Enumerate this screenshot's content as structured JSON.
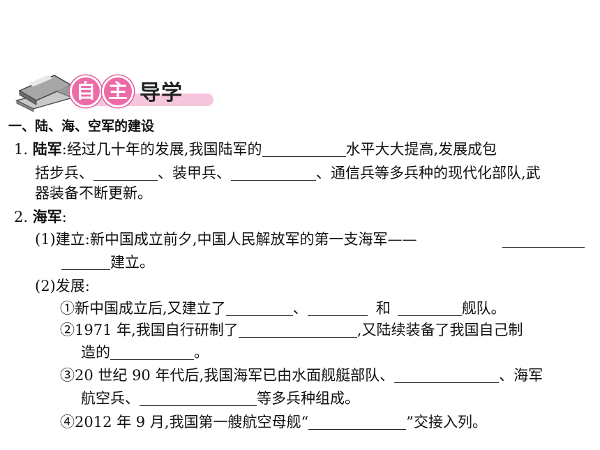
{
  "banner": {
    "char1": "自",
    "char2": "主",
    "rest": "导学"
  },
  "section": {
    "title": "一、陆、海、空军的建设"
  },
  "army": {
    "num": "1.",
    "label": "陆军",
    "colon": ":",
    "t1": "经过几十年的发展,我国陆军的",
    "t2": "水平大大提高,发展成包",
    "t3": "括步兵、",
    "t4": "、装甲兵、",
    "t5": "、通信兵等多兵种的现代化部队,武",
    "t6": "器装备不断更新。"
  },
  "navy": {
    "num": "2.",
    "label": "海军",
    "colon": ":",
    "p1_head": "(1)建立:新中国成立前夕,中国人民解放军的第一支海军——",
    "p1_tail": "建立。",
    "p2_head": "(2)发展:",
    "i1_a": "①新中国成立后,又建立了",
    "i1_b": "、",
    "i1_c": "和",
    "i1_d": "舰队。",
    "i2_a": "②1971 年,我国自行研制了",
    "i2_b": ",又陆续装备了我国自己制",
    "i2_c": "造的",
    "i2_d": "。",
    "i3_a": "③20 世纪 90 年代后,我国海军已由水面舰艇部队、",
    "i3_b": "、海军",
    "i3_c": "航空兵、",
    "i3_d": "等多兵种组成。",
    "i4_a": "④2012 年 9 月,我国第一艘航空母舰“",
    "i4_b": "”交接入列。"
  }
}
